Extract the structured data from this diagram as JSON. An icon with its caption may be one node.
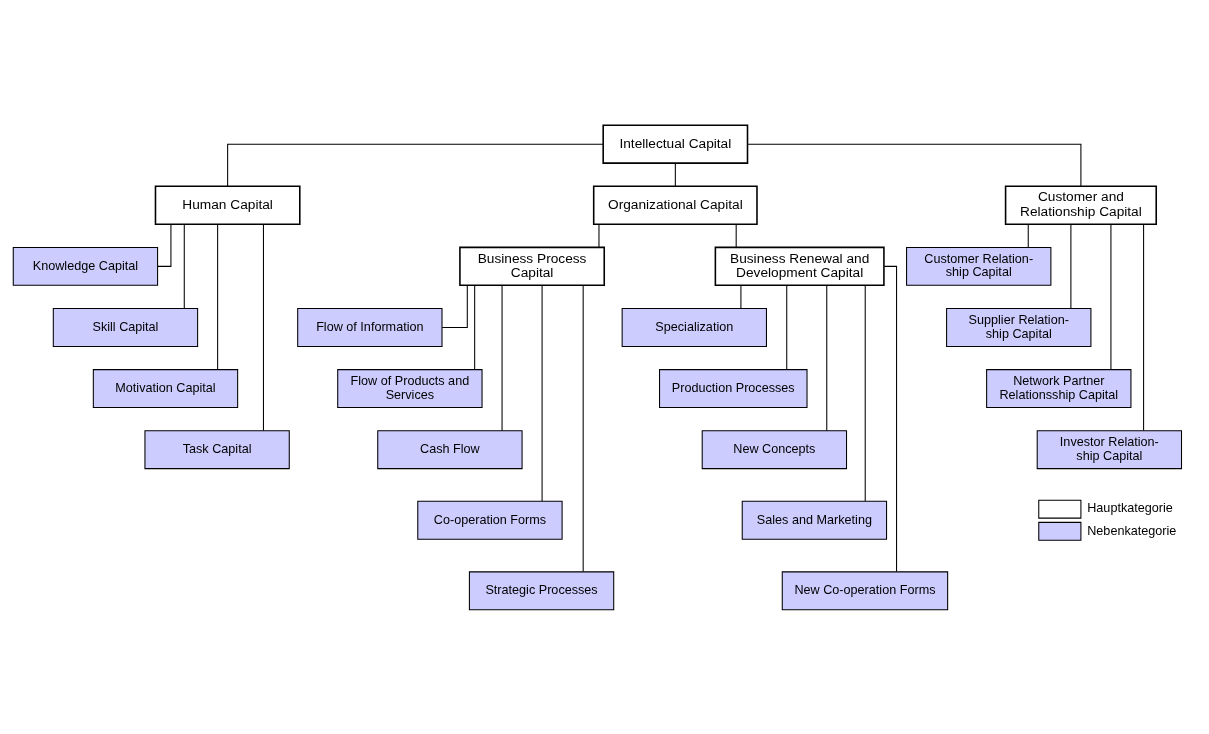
{
  "diagram": {
    "nodes": [
      {
        "text": [
          "Intellectual Capital"
        ]
      },
      {
        "text": [
          "Human Capital"
        ]
      },
      {
        "text": [
          "Organizational Capital"
        ]
      },
      {
        "text": [
          "Customer and Relationship Capital"
        ]
      },
      {
        "text": [
          "Knowledge Capital"
        ]
      },
      {
        "text": [
          "Skill Capital"
        ]
      },
      {
        "text": [
          "Motivation Capital"
        ]
      },
      {
        "text": [
          "Task Capital"
        ]
      },
      {
        "text": [
          "Business Process Capital"
        ]
      },
      {
        "text": [
          "Business Renewal and Development Capital"
        ]
      },
      {
        "text": [
          "Flow of Information"
        ]
      },
      {
        "text": [
          "Flow of Products and Services"
        ]
      },
      {
        "text": [
          "Cash Flow"
        ]
      },
      {
        "text": [
          "Co-operation Forms"
        ]
      },
      {
        "text": [
          "Strategic Processes"
        ]
      },
      {
        "text": [
          "Specialization"
        ]
      },
      {
        "text": [
          "Production Processes"
        ]
      },
      {
        "text": [
          "New Concepts"
        ]
      },
      {
        "text": [
          "Sales and Marketing"
        ]
      },
      {
        "text": [
          "New Co-operation Forms"
        ]
      },
      {
        "text": [
          "Customer Relation- ship Capital"
        ]
      },
      {
        "text": [
          "Supplier Relation- ship Capital"
        ]
      },
      {
        "text": [
          "Network Partner Relationsship Capital"
        ]
      },
      {
        "text": [
          "Investor Relation- ship Capital"
        ]
      }
    ],
    "edges": [
      {
        "from": 0,
        "to": 1,
        "arrow": "none"
      },
      {
        "from": 0,
        "to": 2,
        "arrow": "none"
      },
      {
        "from": 0,
        "to": 3,
        "arrow": "none"
      },
      {
        "from": 1,
        "to": 4,
        "arrow": "none"
      },
      {
        "from": 1,
        "to": 5,
        "arrow": "none"
      },
      {
        "from": 1,
        "to": 6,
        "arrow": "none"
      },
      {
        "from": 1,
        "to": 7,
        "arrow": "none"
      },
      {
        "from": 2,
        "to": 8,
        "arrow": "none"
      },
      {
        "from": 2,
        "to": 9,
        "arrow": "none"
      },
      {
        "from": 8,
        "to": 10,
        "arrow": "none"
      },
      {
        "from": 8,
        "to": 11,
        "arrow": "none"
      },
      {
        "from": 8,
        "to": 12,
        "arrow": "none"
      },
      {
        "from": 8,
        "to": 13,
        "arrow": "none"
      },
      {
        "from": 8,
        "to": 14,
        "arrow": "none"
      },
      {
        "from": 9,
        "to": 15,
        "arrow": "none"
      },
      {
        "from": 9,
        "to": 16,
        "arrow": "none"
      },
      {
        "from": 9,
        "to": 17,
        "arrow": "none"
      },
      {
        "from": 9,
        "to": 18,
        "arrow": "none"
      },
      {
        "from": 9,
        "to": 19,
        "arrow": "none"
      },
      {
        "from": 3,
        "to": 20,
        "arrow": "none"
      },
      {
        "from": 3,
        "to": 21,
        "arrow": "none"
      },
      {
        "from": 3,
        "to": 22,
        "arrow": "none"
      },
      {
        "from": 3,
        "to": 23,
        "arrow": "none"
      }
    ],
    "legend": [
      {
        "text": "Hauptkategorie",
        "color": "#ffffff"
      },
      {
        "text": "Nebenkategorie",
        "color": "#ccccff"
      }
    ]
  }
}
